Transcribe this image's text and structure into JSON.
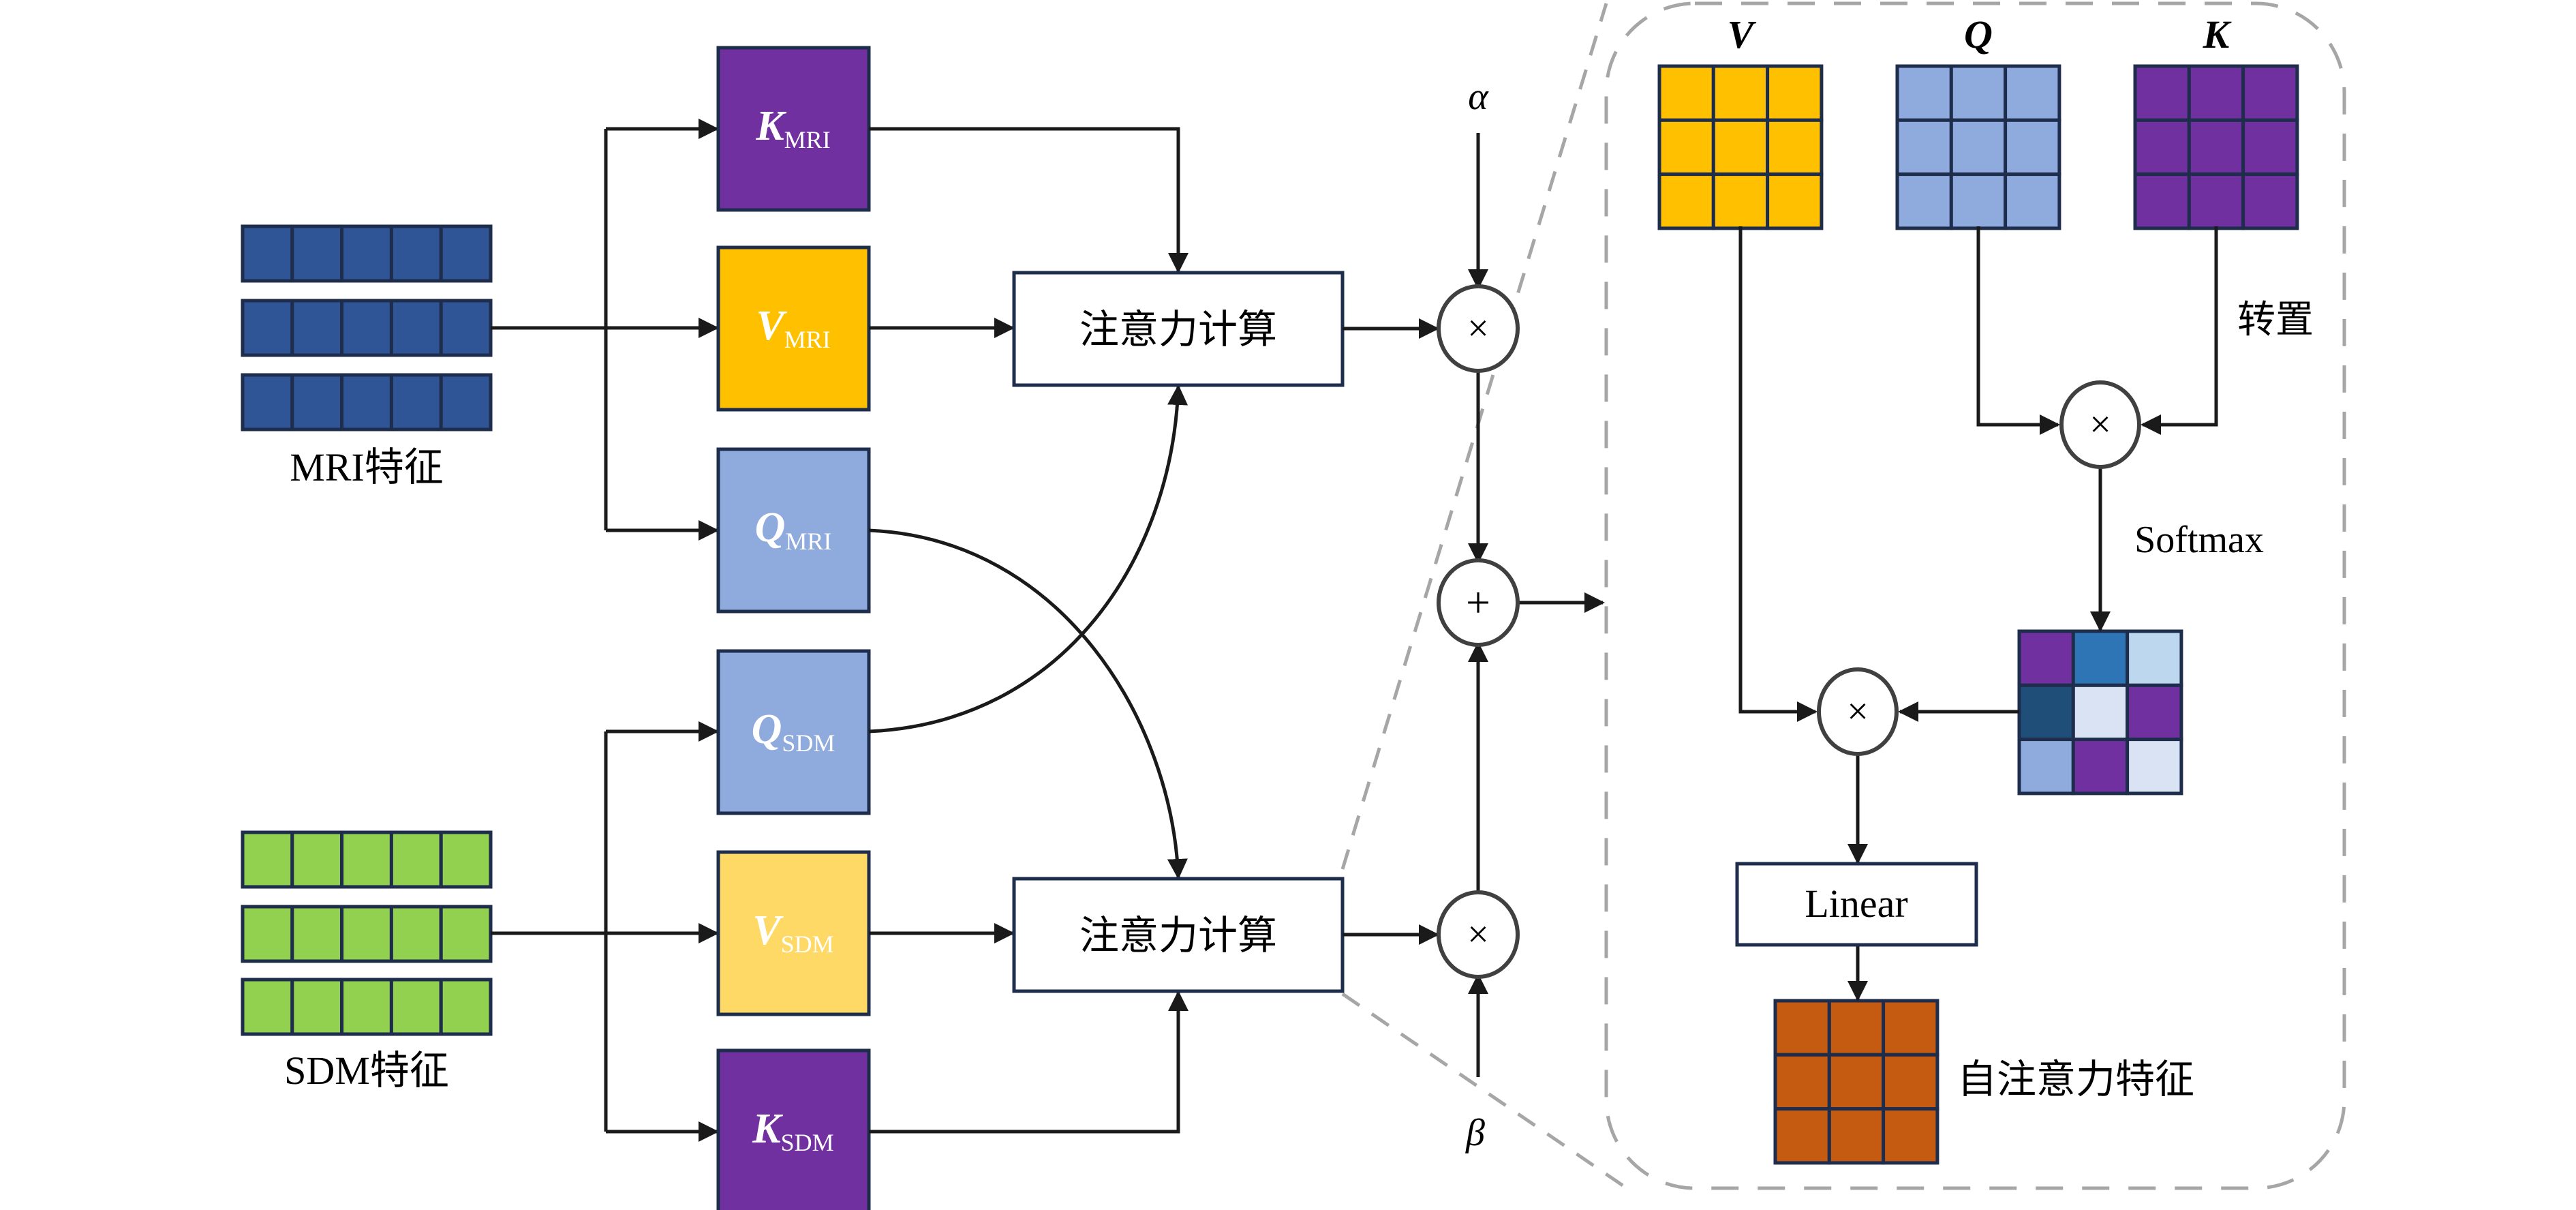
{
  "colors": {
    "mri_feature": "#2f5597",
    "sdm_feature": "#92d050",
    "key": "#7030a0",
    "value_mri": "#ffc000",
    "value_sdm": "#ffd966",
    "query": "#8faadc",
    "output": "#c55a11",
    "border": "#1f2d4d",
    "dashed": "#a6a6a6",
    "line": "#1a1a1a"
  },
  "inputs": {
    "mri_label": "MRI特征",
    "sdm_label": "SDM特征"
  },
  "projections": {
    "k_mri": {
      "symbol": "K",
      "sub": "MRI"
    },
    "v_mri": {
      "symbol": "V",
      "sub": "MRI"
    },
    "q_mri": {
      "symbol": "Q",
      "sub": "MRI"
    },
    "q_sdm": {
      "symbol": "Q",
      "sub": "SDM"
    },
    "v_sdm": {
      "symbol": "V",
      "sub": "SDM"
    },
    "k_sdm": {
      "symbol": "K",
      "sub": "SDM"
    }
  },
  "attention": {
    "top_label": "注意力计算",
    "bottom_label": "注意力计算"
  },
  "fusion": {
    "alpha": "α",
    "beta": "β",
    "multiply": "×",
    "add": "+"
  },
  "detail": {
    "v_label": "V",
    "q_label": "Q",
    "k_label": "K",
    "transpose_label": "转置",
    "softmax_label": "Softmax",
    "multiply": "×",
    "linear_label": "Linear",
    "output_label": "自注意力特征",
    "attention_map_colors": [
      [
        "#7030a0",
        "#2e75b6",
        "#bdd7ee"
      ],
      [
        "#1f4e79",
        "#dae3f3",
        "#7030a0"
      ],
      [
        "#8faadc",
        "#7030a0",
        "#dae3f3"
      ]
    ]
  }
}
